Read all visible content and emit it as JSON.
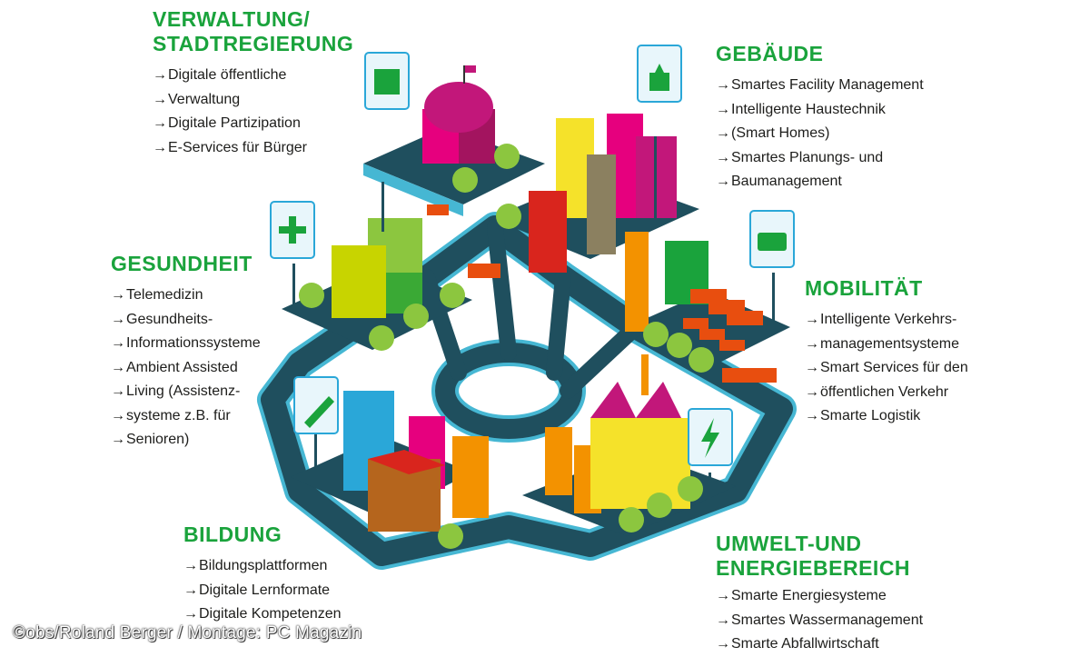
{
  "sections": {
    "verwaltung": {
      "title_line1": "VERWALTUNG/",
      "title_line2": "STADTREGIERUNG",
      "items": [
        "Digitale öffentliche",
        "Verwaltung",
        "Digitale Partizipation",
        "E-Services für Bürger"
      ]
    },
    "gebaeude": {
      "title": "GEBÄUDE",
      "items": [
        "Smartes Facility Management",
        "Intelligente Haustechnik",
        "(Smart Homes)",
        "Smartes Planungs- und",
        "Baumanagement"
      ]
    },
    "gesundheit": {
      "title": "GESUNDHEIT",
      "items": [
        "Telemedizin",
        "Gesundheits-",
        "Informationssysteme",
        "Ambient Assisted",
        "Living (Assistenz-",
        "systeme z.B. für",
        "Senioren)"
      ]
    },
    "mobilitaet": {
      "title": "MOBILITÄT",
      "items": [
        "Intelligente Verkehrs-",
        "managementsysteme",
        "Smart Services für den",
        "öffentlichen Verkehr",
        "Smarte Logistik"
      ]
    },
    "bildung": {
      "title": "BILDUNG",
      "items": [
        "Bildungsplattformen",
        "Digitale Lernformate",
        "Digitale Kompetenzen"
      ]
    },
    "umwelt": {
      "title_line1": "UMWELT-UND",
      "title_line2": "ENERGIEBEREICH",
      "items": [
        "Smarte Energiesysteme",
        "Smartes Wassermanagement",
        "Smarte Abfallwirtschaft"
      ]
    }
  },
  "credit": "©obs/Roland Berger / Montage: PC Magazin",
  "colors": {
    "heading": "#1aa33c",
    "road": "#1f4f5e",
    "road_edge": "#46b7d3",
    "tree": "#8cc63f",
    "magenta": "#c2177a",
    "yellow": "#f5e22a",
    "red": "#d9251d",
    "orange": "#f39200",
    "blue": "#2aa7d8"
  },
  "icons": [
    "government-building-icon",
    "building-icon",
    "medical-cross-icon",
    "bus-icon",
    "pencil-icon",
    "lightning-icon"
  ]
}
